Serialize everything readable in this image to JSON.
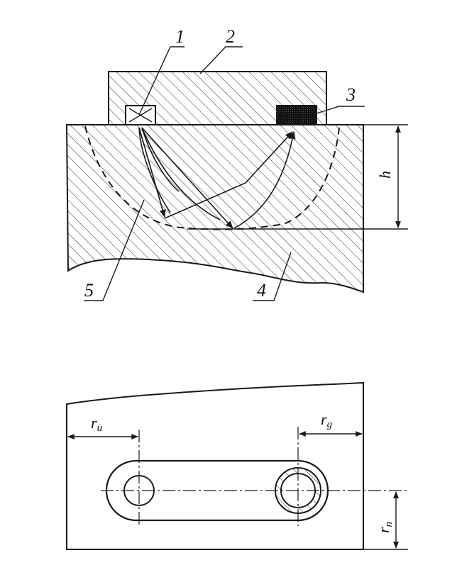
{
  "labels": {
    "transducer_emitter": "1",
    "probe_housing": "2",
    "transducer_receiver": "3",
    "test_block": "4",
    "sound_path_zone": "5"
  },
  "dimensions": {
    "h": "h",
    "r_u_main": "r",
    "r_u_sub": "u",
    "r_g_main": "r",
    "r_g_sub": "g",
    "r_n_main": "r",
    "r_n_sub": "n"
  },
  "colors": {
    "ink": "#1a1a1a",
    "paper": "#ffffff"
  }
}
